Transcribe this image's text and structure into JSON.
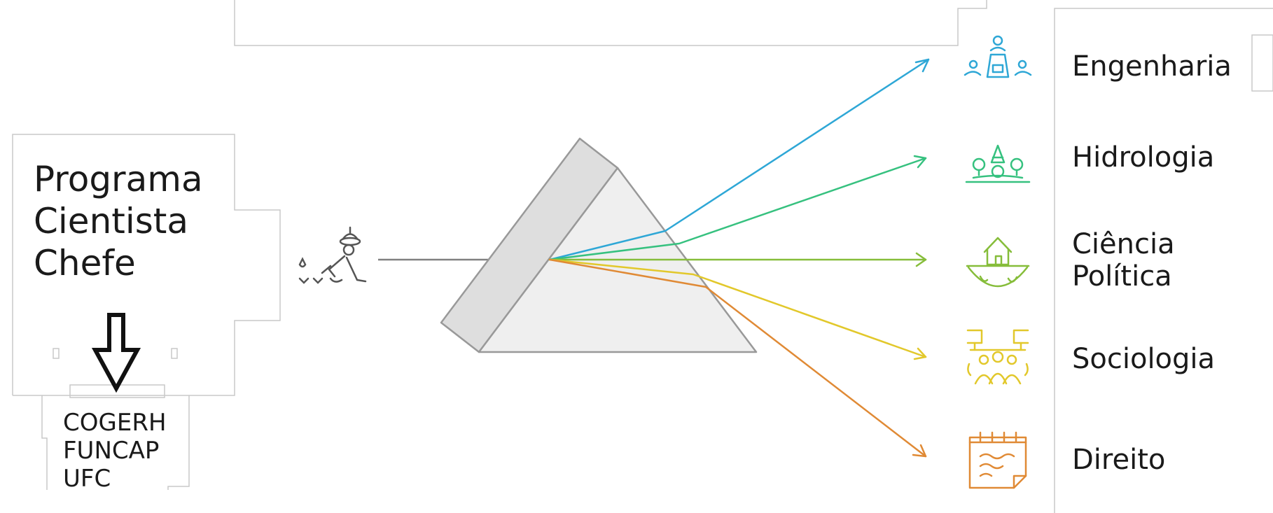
{
  "program": {
    "title_lines": [
      "Programa",
      "Cientista",
      "Chefe"
    ],
    "institutions": [
      "COGERH",
      "FUNCAP",
      "UFC"
    ]
  },
  "central_figure": {
    "icon": "researcher-icon"
  },
  "fields": [
    {
      "label_lines": [
        "Engenharia"
      ],
      "icon": "meeting-table-icon",
      "color": "#2ea7d6"
    },
    {
      "label_lines": [
        "Hidrologia"
      ],
      "icon": "forest-trees-icon",
      "color": "#36c17f"
    },
    {
      "label_lines": [
        "Ciência",
        "Política"
      ],
      "icon": "house-landscape-icon",
      "color": "#86bd3a"
    },
    {
      "label_lines": [
        "Sociologia"
      ],
      "icon": "people-group-icon",
      "color": "#e2c82b"
    },
    {
      "label_lines": [
        "Direito"
      ],
      "icon": "notepad-icon",
      "color": "#e08a35"
    }
  ]
}
